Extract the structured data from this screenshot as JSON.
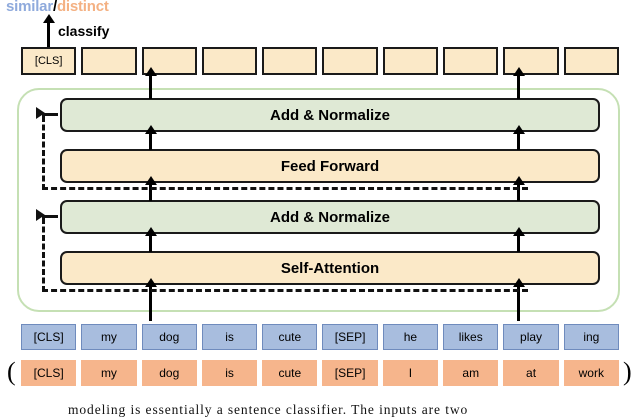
{
  "header": {
    "similar_label": "similar",
    "separator": "/",
    "distinct_label": "distinct"
  },
  "classify": {
    "label": "classify",
    "arrow_icon": "up-arrow-icon"
  },
  "output_row": {
    "boxes": [
      {
        "label": "[CLS]"
      },
      {
        "label": ""
      },
      {
        "label": ""
      },
      {
        "label": ""
      },
      {
        "label": ""
      },
      {
        "label": ""
      },
      {
        "label": ""
      },
      {
        "label": ""
      },
      {
        "label": ""
      },
      {
        "label": ""
      }
    ]
  },
  "encoder": {
    "layers": [
      {
        "id": "norm2",
        "label": "Add & Normalize",
        "kind": "norm"
      },
      {
        "id": "feed_forward",
        "label": "Feed Forward",
        "kind": "op"
      },
      {
        "id": "norm1",
        "label": "Add & Normalize",
        "kind": "norm"
      },
      {
        "id": "self_attention",
        "label": "Self-Attention",
        "kind": "op"
      }
    ]
  },
  "tokens": {
    "sequence_a": [
      "[CLS]",
      "my",
      "dog",
      "is",
      "cute",
      "[SEP]",
      "he",
      "likes",
      "play",
      "ing"
    ],
    "sequence_b": [
      "[CLS]",
      "my",
      "dog",
      "is",
      "cute",
      "[SEP]",
      "I",
      "am",
      "at",
      "work"
    ],
    "paren_open": "(",
    "paren_close": ")"
  },
  "caption": {
    "text": "modeling is essentially a sentence classifier.  The inputs are two"
  },
  "colors": {
    "similar": "#8faadc",
    "distinct": "#f4b183",
    "output_box": "#fbe9c8",
    "norm_bar": "#dfe9d5",
    "op_bar": "#fbe9c8",
    "encoder_border": "#c5e0b4",
    "token_blue": "#a8bdde",
    "token_orange": "#f6b58c",
    "stroke": "#1a1a1a"
  }
}
